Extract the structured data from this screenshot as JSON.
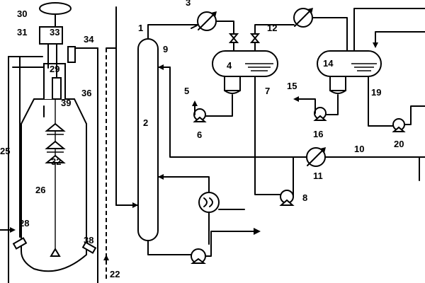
{
  "labels": {
    "n1": "1",
    "n2": "2",
    "n3": "3",
    "n4": "4",
    "n5": "5",
    "n6": "6",
    "n7": "7",
    "n8": "8",
    "n9": "9",
    "n10": "10",
    "n11": "11",
    "n12": "12",
    "n14": "14",
    "n15": "15",
    "n16": "16",
    "n19": "19",
    "n20": "20",
    "n22": "22",
    "n25": "25",
    "n26": "26",
    "n28": "28",
    "n29": "29",
    "n30": "30",
    "n31": "31",
    "n32": "32",
    "n33": "33",
    "n34": "34",
    "n36": "36",
    "n38": "38",
    "n39": "39"
  }
}
